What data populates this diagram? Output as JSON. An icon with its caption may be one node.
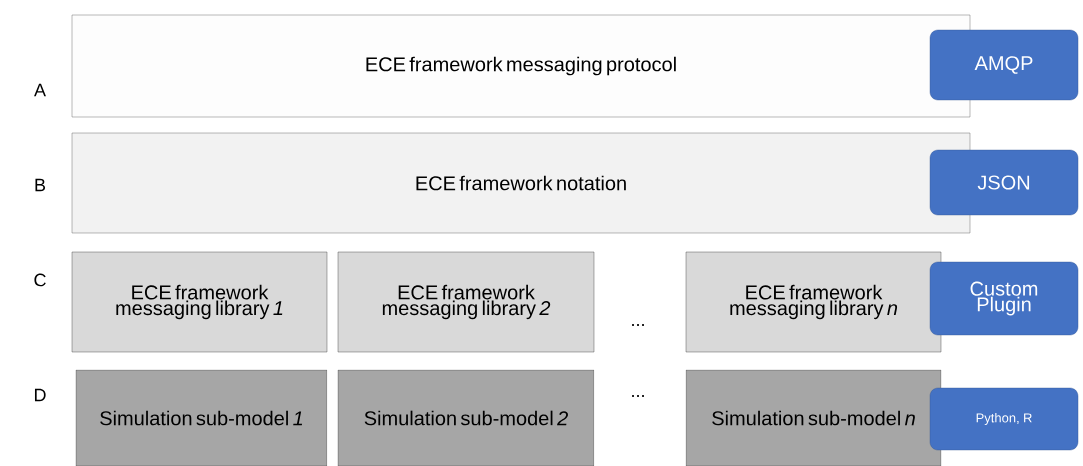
{
  "diagram": {
    "nodes": [
      {
        "text": [
          "ECE framework messaging protocol"
        ]
      },
      {
        "text": [
          "ECE framework notation"
        ]
      },
      {
        "text": [
          "ECE framework messaging library *1*"
        ]
      },
      {
        "text": [
          "ECE framework messaging library *2*"
        ]
      },
      {
        "text": [
          "ECE framework messaging library *n*"
        ]
      },
      {
        "text": [
          "Simulation sub-model *1*"
        ]
      },
      {
        "text": [
          "Simulation sub-model *2*"
        ]
      },
      {
        "text": [
          "Simulation sub-model *n*"
        ]
      },
      {
        "text": [
          "AMQP"
        ]
      },
      {
        "text": [
          "JSON"
        ]
      },
      {
        "text": [
          "Custom Plugin"
        ]
      },
      {
        "text": [
          "Python, R"
        ]
      }
    ],
    "labels": [
      "A",
      "B",
      "C",
      "D",
      "...",
      "..."
    ]
  }
}
